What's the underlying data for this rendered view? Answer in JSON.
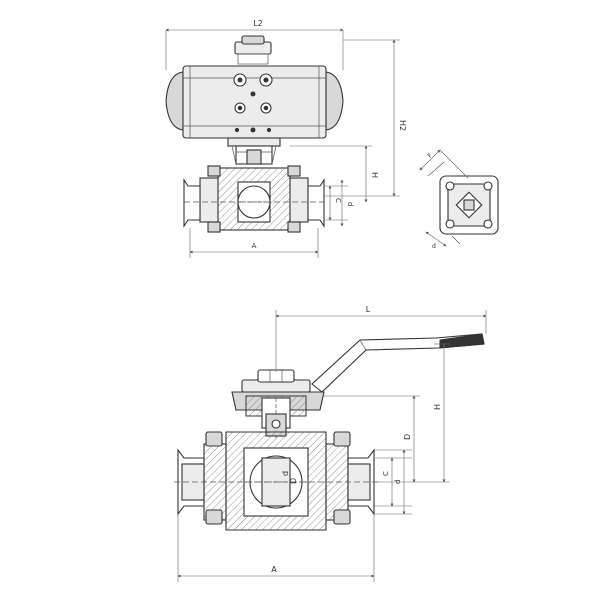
{
  "top_view": {
    "dim_width": "L2",
    "dim_height": "H2",
    "dim_center": "H",
    "dim_port1": "C",
    "dim_port2": "d",
    "dim_length": "A"
  },
  "bottom_view": {
    "dim_handle": "L",
    "dim_height": "H",
    "dim_center": "D",
    "dim_port1": "C",
    "dim_port2": "d",
    "dim_bore": "d",
    "dim_bore2": "D",
    "dim_length": "A"
  },
  "mount_view": {
    "dim_1": "F",
    "dim_2": "d"
  }
}
